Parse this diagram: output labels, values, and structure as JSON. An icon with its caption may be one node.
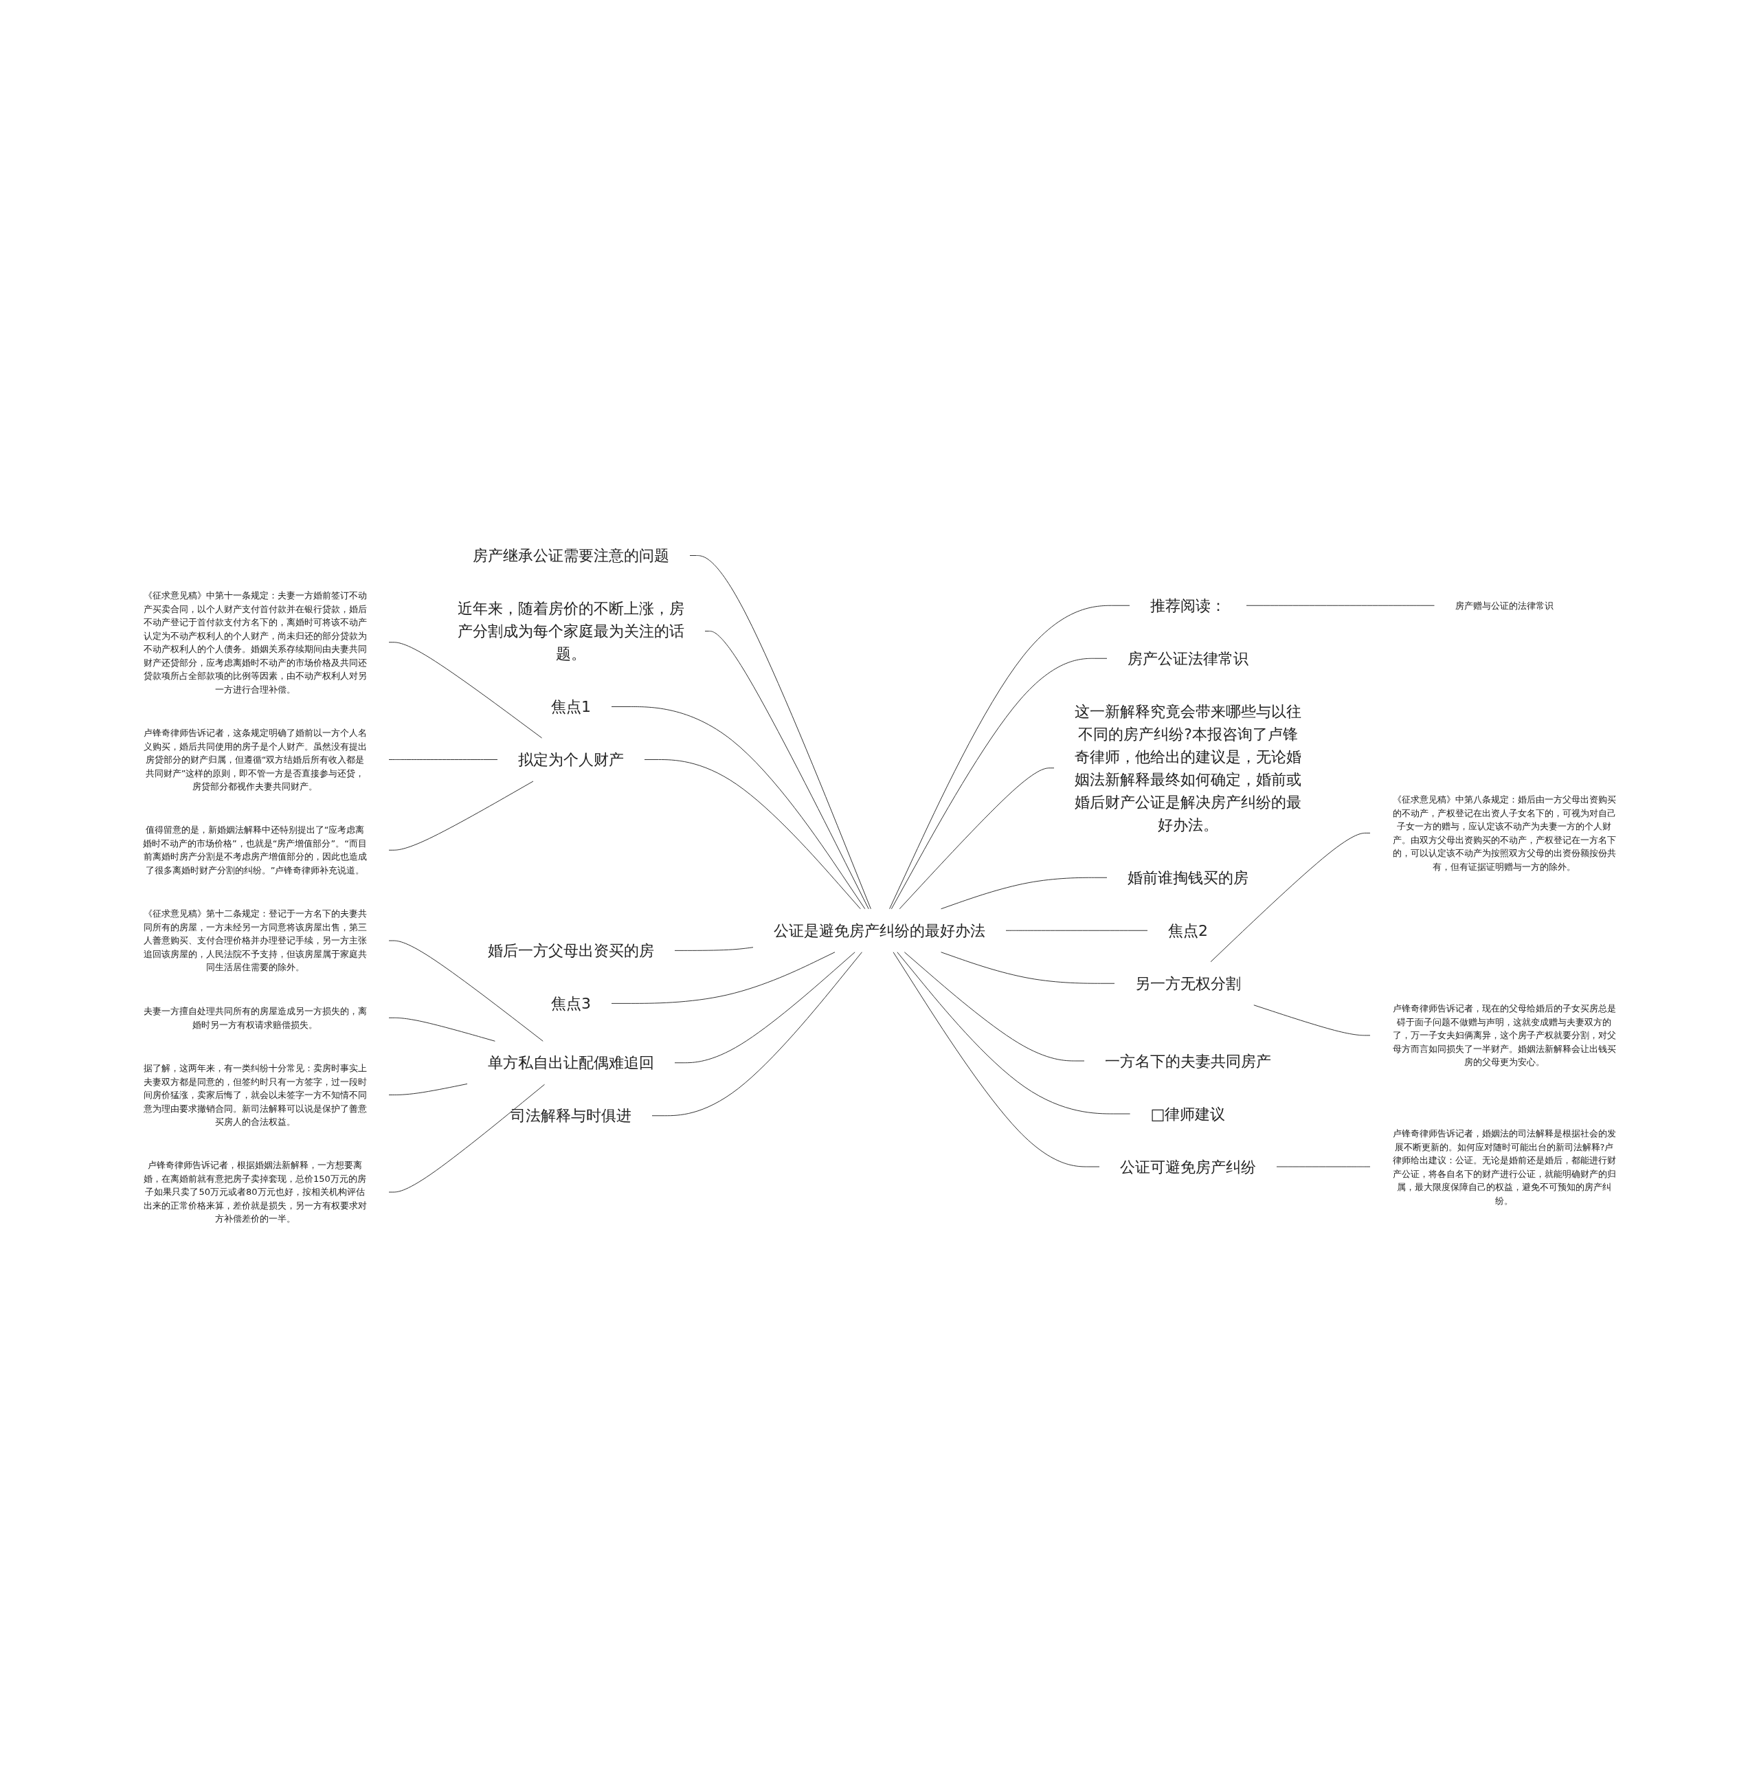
{
  "diagram": {
    "nodes": [
      {
        "text": [
          "公证是避免房产纠纷的最好办法"
        ]
      },
      {
        "text": [
          "房产继承公证需要注意的问题"
        ]
      },
      {
        "text": [
          "近年来，随着房价的不断上涨，房产分割成为每个家庭最为关注的话题。"
        ]
      },
      {
        "text": [
          "焦点1"
        ]
      },
      {
        "text": [
          "拟定为个人财产"
        ]
      },
      {
        "text": [
          "《征求意见稿》中第十一条规定：夫妻一方婚前签订不动产买卖合同，以个人财产支付首付款并在银行贷款，婚后不动产登记于首付款支付方名下的，离婚时可将该不动产认定为不动产权利人的个人财产，尚未归还的部分贷款为不动产权利人的个人债务。婚姻关系存续期间由夫妻共同财产还贷部分，应考虑离婚时不动产的市场价格及共同还贷款项所占全部款项的比例等因素，由不动产权利人对另一方进行合理补偿。"
        ]
      },
      {
        "text": [
          "卢锋奇律师告诉记者，这条规定明确了婚前以一方个人名义购买，婚后共同使用的房子是个人财产。虽然没有提出房贷部分的财产归属，但遵循“双方结婚后所有收入都是共同财产”这样的原则，即不管一方是否直接参与还贷，房贷部分都视作夫妻共同财产。"
        ]
      },
      {
        "text": [
          "值得留意的是，新婚姻法解释中还特别提出了“应考虑离婚时不动产的市场价格”，也就是“房产增值部分”。“而目前离婚时房产分割是不考虑房产增值部分的，因此也造成了很多离婚时财产分割的纠纷。”卢锋奇律师补充说道。"
        ]
      },
      {
        "text": [
          "婚后一方父母出资买的房"
        ]
      },
      {
        "text": [
          "焦点3"
        ]
      },
      {
        "text": [
          "单方私自出让配偶难追回"
        ]
      },
      {
        "text": [
          "《征求意见稿》第十二条规定：登记于一方名下的夫妻共同所有的房屋，一方未经另一方同意将该房屋出售，第三人善意购买、支付合理价格并办理登记手续，另一方主张追回该房屋的，人民法院不予支持，但该房屋属于家庭共同生活居住需要的除外。"
        ]
      },
      {
        "text": [
          "夫妻一方擅自处理共同所有的房屋造成另一方损失的，离婚时另一方有权请求赔偿损失。"
        ]
      },
      {
        "text": [
          "据了解，这两年来，有一类纠纷十分常见：卖房时事实上夫妻双方都是同意的，但签约时只有一方签字，过一段时间房价猛涨，卖家后悔了，就会以未签字一方不知情不同意为理由要求撤销合同。新司法解释可以说是保护了善意买房人的合法权益。"
        ]
      },
      {
        "text": [
          "卢锋奇律师告诉记者，根据婚姻法新解释，一方想要离婚，在离婚前就有意把房子卖掉套现，总价150万元的房子如果只卖了50万元或者80万元也好，按相关机构评估出来的正常价格来算，差价就是损失，另一方有权要求对方补偿差价的一半。"
        ]
      },
      {
        "text": [
          "司法解释与时俱进"
        ]
      },
      {
        "text": [
          "推荐阅读："
        ]
      },
      {
        "text": [
          "房产赠与公证的法律常识"
        ]
      },
      {
        "text": [
          "房产公证法律常识"
        ]
      },
      {
        "text": [
          "这一新解释究竟会带来哪些与以往不同的房产纠纷?本报咨询了卢锋奇律师，他给出的建议是，无论婚姻法新解释最终如何确定，婚前或婚后财产公证是解决房产纠纷的最好办法。"
        ]
      },
      {
        "text": [
          "婚前谁掏钱买的房"
        ]
      },
      {
        "text": [
          "焦点2"
        ]
      },
      {
        "text": [
          "另一方无权分割"
        ]
      },
      {
        "text": [
          "《征求意见稿》中第八条规定：婚后由一方父母出资购买的不动产，产权登记在出资人子女名下的，可视为对自己子女一方的赠与，应认定该不动产为夫妻一方的个人财产。由双方父母出资购买的不动产，产权登记在一方名下的，可以认定该不动产为按照双方父母的出资份额按份共有，但有证据证明赠与一方的除外。"
        ]
      },
      {
        "text": [
          "卢锋奇律师告诉记者，现在的父母给婚后的子女买房总是碍于面子问题不做赠与声明，这就变成赠与夫妻双方的了，万一子女夫妇俩离异，这个房子产权就要分割，对父母方而言如同损失了一半财产。婚姻法新解释会让出钱买房的父母更为安心。"
        ]
      },
      {
        "text": [
          "一方名下的夫妻共同房产"
        ]
      },
      {
        "text": [
          "□律师建议"
        ]
      },
      {
        "text": [
          "公证可避免房产纠纷"
        ]
      },
      {
        "text": [
          "卢锋奇律师告诉记者，婚姻法的司法解释是根据社会的发展不断更新的。如何应对随时可能出台的新司法解释?卢律师给出建议：公证。无论是婚前还是婚后，都能进行财产公证，将各自名下的财产进行公证，就能明确财产的归属，最大限度保障自己的权益，避免不可预知的房产纠纷。"
        ]
      }
    ],
    "edges": [
      {
        "from": 0,
        "to": 1,
        "arrow": "none"
      },
      {
        "from": 0,
        "to": 2,
        "arrow": "none"
      },
      {
        "from": 0,
        "to": 3,
        "arrow": "none"
      },
      {
        "from": 0,
        "to": 4,
        "arrow": "none"
      },
      {
        "from": 4,
        "to": 5,
        "arrow": "none"
      },
      {
        "from": 4,
        "to": 6,
        "arrow": "none"
      },
      {
        "from": 4,
        "to": 7,
        "arrow": "none"
      },
      {
        "from": 0,
        "to": 8,
        "arrow": "none"
      },
      {
        "from": 0,
        "to": 9,
        "arrow": "none"
      },
      {
        "from": 0,
        "to": 10,
        "arrow": "none"
      },
      {
        "from": 10,
        "to": 11,
        "arrow": "none"
      },
      {
        "from": 10,
        "to": 12,
        "arrow": "none"
      },
      {
        "from": 10,
        "to": 13,
        "arrow": "none"
      },
      {
        "from": 10,
        "to": 14,
        "arrow": "none"
      },
      {
        "from": 0,
        "to": 15,
        "arrow": "none"
      },
      {
        "from": 0,
        "to": 16,
        "arrow": "none"
      },
      {
        "from": 16,
        "to": 17,
        "arrow": "none"
      },
      {
        "from": 0,
        "to": 18,
        "arrow": "none"
      },
      {
        "from": 0,
        "to": 19,
        "arrow": "none"
      },
      {
        "from": 0,
        "to": 20,
        "arrow": "none"
      },
      {
        "from": 0,
        "to": 21,
        "arrow": "none"
      },
      {
        "from": 0,
        "to": 22,
        "arrow": "none"
      },
      {
        "from": 22,
        "to": 23,
        "arrow": "none"
      },
      {
        "from": 22,
        "to": 24,
        "arrow": "none"
      },
      {
        "from": 0,
        "to": 25,
        "arrow": "none"
      },
      {
        "from": 0,
        "to": 26,
        "arrow": "none"
      },
      {
        "from": 0,
        "to": 27,
        "arrow": "none"
      },
      {
        "from": 27,
        "to": 28,
        "arrow": "none"
      }
    ]
  }
}
